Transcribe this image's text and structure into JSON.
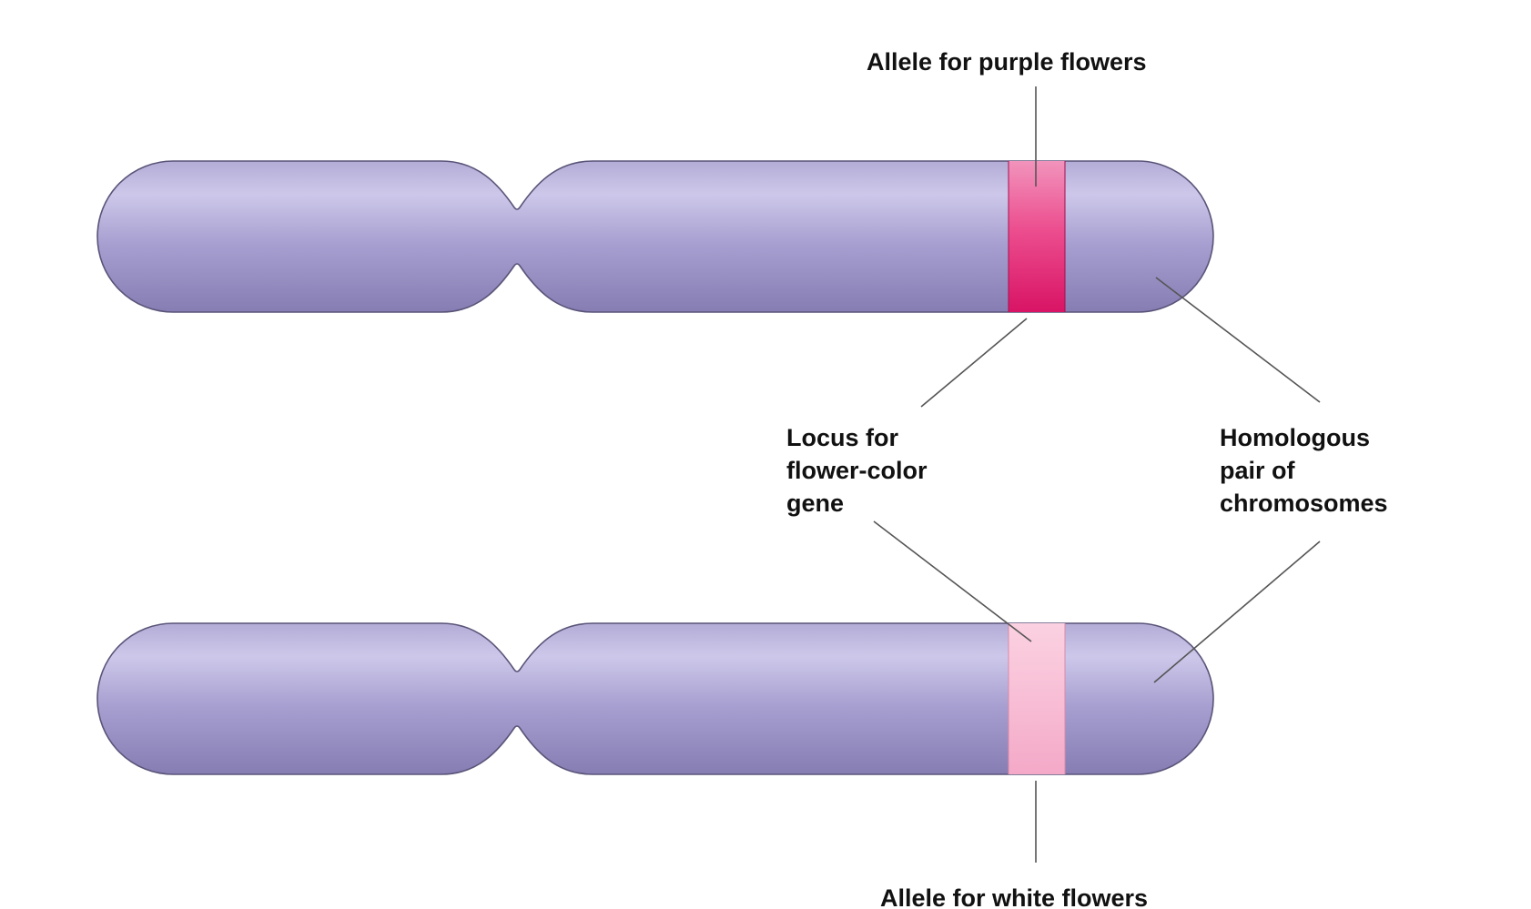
{
  "labels": {
    "purple_allele": "Allele for purple flowers",
    "white_allele": "Allele for white flowers",
    "locus": [
      "Locus for",
      "flower-color",
      "gene"
    ],
    "homologous": [
      "Homologous",
      "pair of",
      "chromosomes"
    ]
  },
  "colors": {
    "chromosome_light": "#c7c2e6",
    "chromosome_dark": "#8a81b7",
    "purple_band": "#e8166e",
    "white_band": "#f7b6cf"
  }
}
